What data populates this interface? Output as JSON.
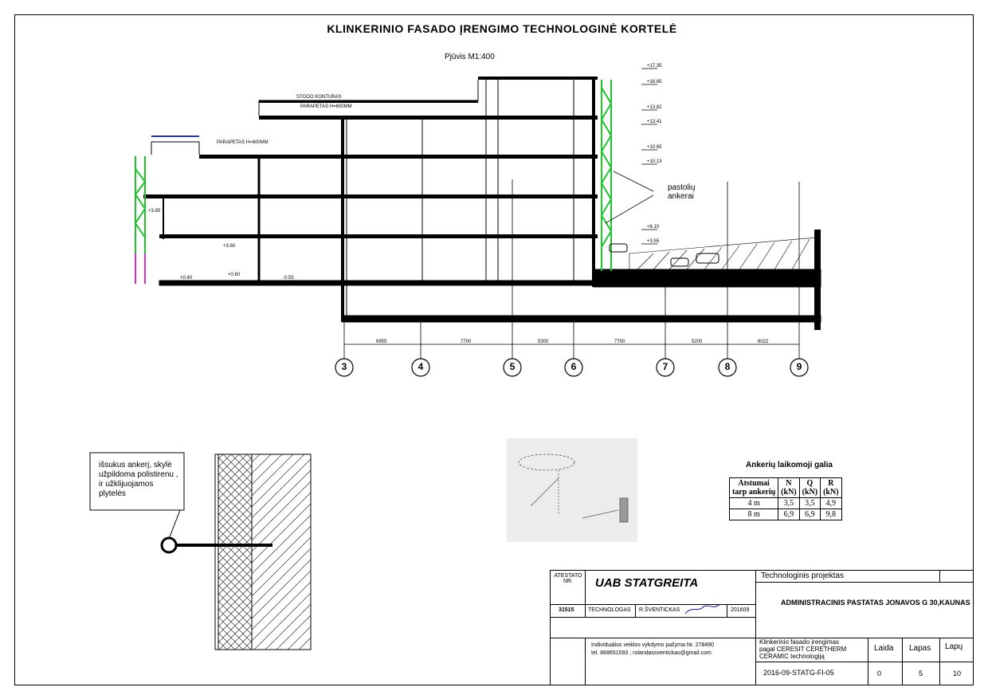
{
  "sheet_title": "KLINKERINIO  FASADO  ĮRENGIMO TECHNOLOGINĖ KORTELĖ",
  "section_scale": "Pjūvis M1:400",
  "section_labels": {
    "scaffold_anchors": "pastolių\nankerai",
    "parapet_1": "PARAPETAS H=600MM",
    "parapet_2": "PARAPETAS H=600MM",
    "roof_level": "STOGO KONTURAS"
  },
  "level_marks": [
    "+17.35",
    "+16.65",
    "+13.82",
    "+13.41",
    "+10.65",
    "+10.13",
    "+6.10",
    "+3.55",
    "+0.40",
    "+0.60",
    "-0.55",
    "+3.60",
    "+3.85"
  ],
  "axes": [
    "3",
    "4",
    "5",
    "6",
    "7",
    "8",
    "9"
  ],
  "axis_dimensions": [
    "6955",
    "7700",
    "5300",
    "7700",
    "5200",
    "6022"
  ],
  "detail_note": "išsukus ankerį, skylė\nužpildoma polistirenu ,\nir užklijuojamos\nplytelės",
  "anchor_table": {
    "title": "Ankerių laikomoji galia",
    "headers": [
      "Atstumai\ntarp ankerių",
      "N\n(kN)",
      "Q\n(kN)",
      "R\n(kN)"
    ],
    "rows": [
      [
        "4 m",
        "3,5",
        "3,5",
        "4,9"
      ],
      [
        "8 m",
        "6,9",
        "6,9",
        "9,8"
      ]
    ]
  },
  "title_block": {
    "atestato_label": "ATESTATO\nNR.",
    "company": "UAB STATGREITA",
    "cert_number": "31515",
    "role": "TECHNOLOGAS",
    "person": "R.ŠVENTICKAS",
    "date": "201609",
    "license_line1": "Individualios veiklos vykdymo pažyma Nr. 278490",
    "license_line2": "tel. 868651593  ; rolandassventickas@gmail.com",
    "project_type": "Technologinis projektas",
    "project_name": "ADMINISTRACINIS PASTATAS JONAVOS G 30,KAUNAS",
    "drawing_desc": "Klinkerinio fasado įrengimas\npagal CERESIT CERETHERM\nCERAMIC technologiją",
    "doc_code": "2016-09-STATG-FI-05",
    "laida_label": "Laida",
    "laida_value": "0",
    "lapas_label": "Lapas",
    "lapas_value": "5",
    "lapu_label": "Lapų",
    "lapu_value": "10"
  }
}
